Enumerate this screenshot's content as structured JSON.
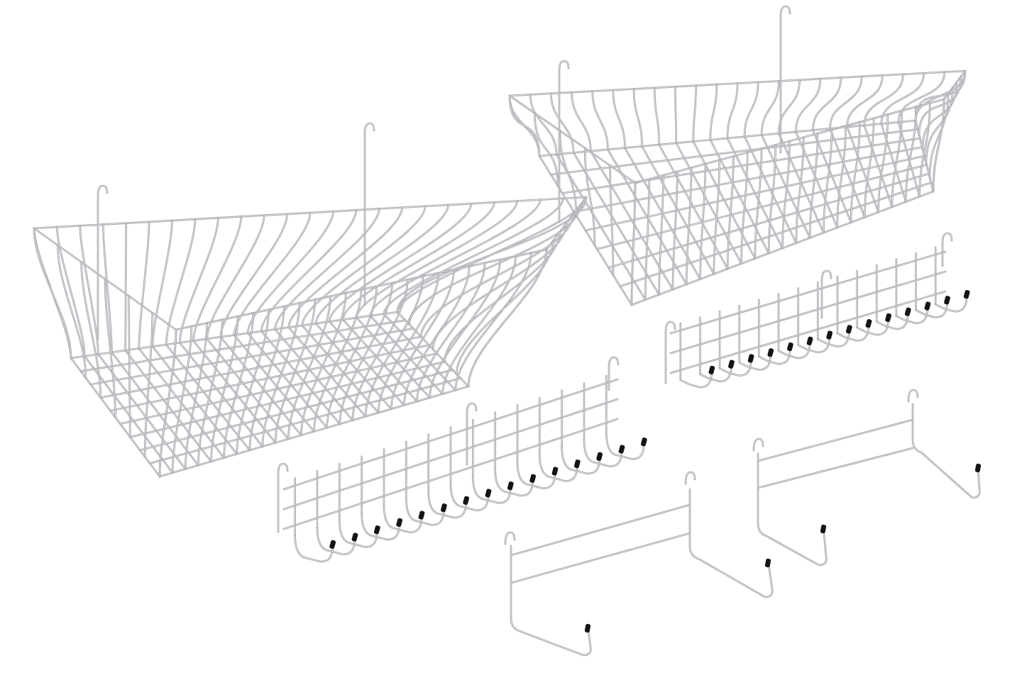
{
  "colors": {
    "background": "#ffffff",
    "wire": "#9c9ea3",
    "wire_highlight": "#e4e6ea",
    "end_cap": "#141414"
  },
  "items": {
    "large_basket": "wire-basket",
    "small_basket": "wire-basket",
    "long_rack_front": "multi-hook-rack",
    "long_rack_back": "multi-hook-rack",
    "bracket_front": "wall-bracket",
    "bracket_back": "wall-bracket"
  }
}
